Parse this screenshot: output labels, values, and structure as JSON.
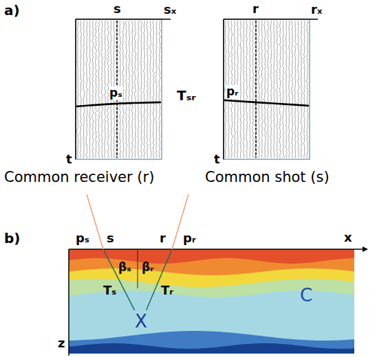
{
  "diagram": {
    "labels": [
      "a)",
      "s",
      "sₓ",
      "r",
      "rₓ",
      "pₛ",
      "Tₛᵣ",
      "pᵣ",
      "t",
      "t",
      "Common receiver (r)",
      "Common shot (s)",
      "b)",
      "pₛ",
      "s",
      "r",
      "pᵣ",
      "x",
      "βₛ",
      "βᵣ",
      "Tₛ",
      "Tᵣ",
      "C",
      "X",
      "z"
    ]
  }
}
